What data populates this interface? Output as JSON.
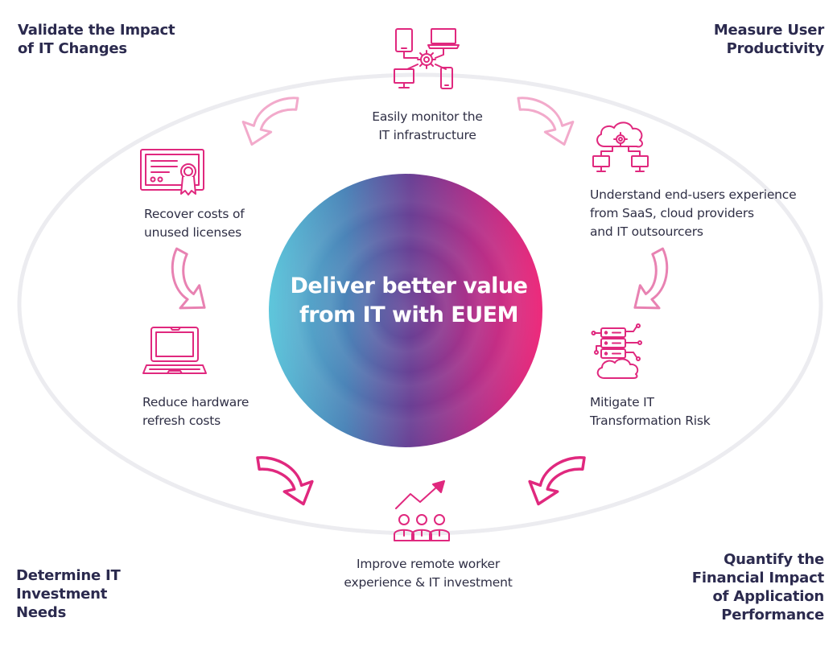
{
  "colors": {
    "accent_pink": "#e0287e",
    "light_pink": "#f2aacb",
    "ring_gray": "#ececf0",
    "gradient_left": "#5ec7dc",
    "gradient_mid": "#6a3f94",
    "gradient_right": "#ee2a7b",
    "heading": "#2b2a4e"
  },
  "center": {
    "line1": "Deliver better value",
    "line2": "from IT with EUEM"
  },
  "corners": {
    "top_left": [
      "Validate the Impact",
      "of IT Changes"
    ],
    "top_right": [
      "Measure User",
      "Productivity"
    ],
    "bottom_left": [
      "Determine IT",
      "Investment",
      "Needs"
    ],
    "bottom_right": [
      "Quantify the",
      "Financial Impact",
      "of Application",
      "Performance"
    ]
  },
  "items": {
    "monitor": {
      "icon": "devices-network-icon",
      "lines": [
        "Easily monitor the",
        "IT infrastructure"
      ]
    },
    "endusers": {
      "icon": "cloud-network-icon",
      "lines": [
        "Understand end-users experience",
        "from SaaS, cloud providers",
        "and IT outsourcers"
      ]
    },
    "mitigate": {
      "icon": "server-cloud-icon",
      "lines": [
        "Mitigate IT",
        "Transformation Risk"
      ]
    },
    "remote": {
      "icon": "team-growth-icon",
      "lines": [
        "Improve remote worker",
        "experience & IT investment"
      ]
    },
    "hardware": {
      "icon": "laptop-icon",
      "lines": [
        "Reduce hardware",
        "refresh costs"
      ]
    },
    "licenses": {
      "icon": "certificate-icon",
      "lines": [
        "Recover costs of",
        "unused licenses"
      ]
    }
  }
}
